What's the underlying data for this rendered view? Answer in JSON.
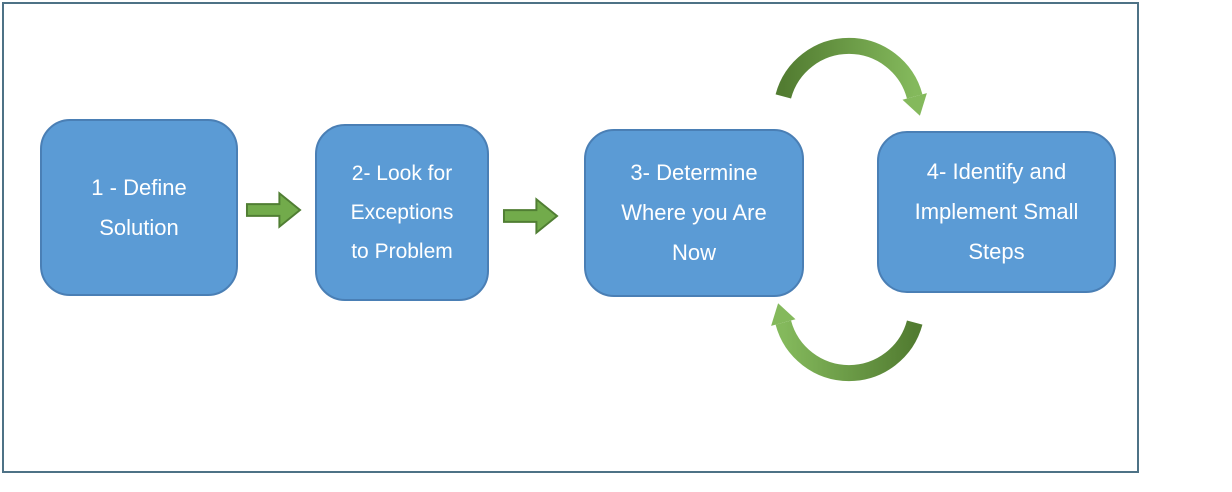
{
  "frame": {
    "border_color": "#4e7286",
    "background": "#ffffff"
  },
  "palette": {
    "box_fill": "#5b9bd5",
    "box_border": "#4a7fb5",
    "box_text": "#ffffff",
    "block_arrow_fill": "#72ab4b",
    "block_arrow_border": "#507e33",
    "cycle_arrow_dark": "#527c31",
    "cycle_arrow_light": "#84b95c"
  },
  "steps": [
    {
      "label": "1 - Define\nSolution"
    },
    {
      "label": "2- Look for\nExceptions\nto Problem"
    },
    {
      "label": "3- Determine\nWhere you Are\nNow"
    },
    {
      "label": "4- Identify and\nImplement Small\nSteps"
    }
  ],
  "connectors": [
    {
      "name": "block-arrow-1-2",
      "type": "block-arrow",
      "from": "step-1",
      "to": "step-2",
      "direction": "right"
    },
    {
      "name": "block-arrow-2-3",
      "type": "block-arrow",
      "from": "step-2",
      "to": "step-3",
      "direction": "right"
    },
    {
      "name": "cycle-arrow-top",
      "type": "curved-arrow",
      "from": "step-3",
      "to": "step-4",
      "direction": "clockwise"
    },
    {
      "name": "cycle-arrow-bottom",
      "type": "curved-arrow",
      "from": "step-4",
      "to": "step-3",
      "direction": "clockwise"
    }
  ]
}
